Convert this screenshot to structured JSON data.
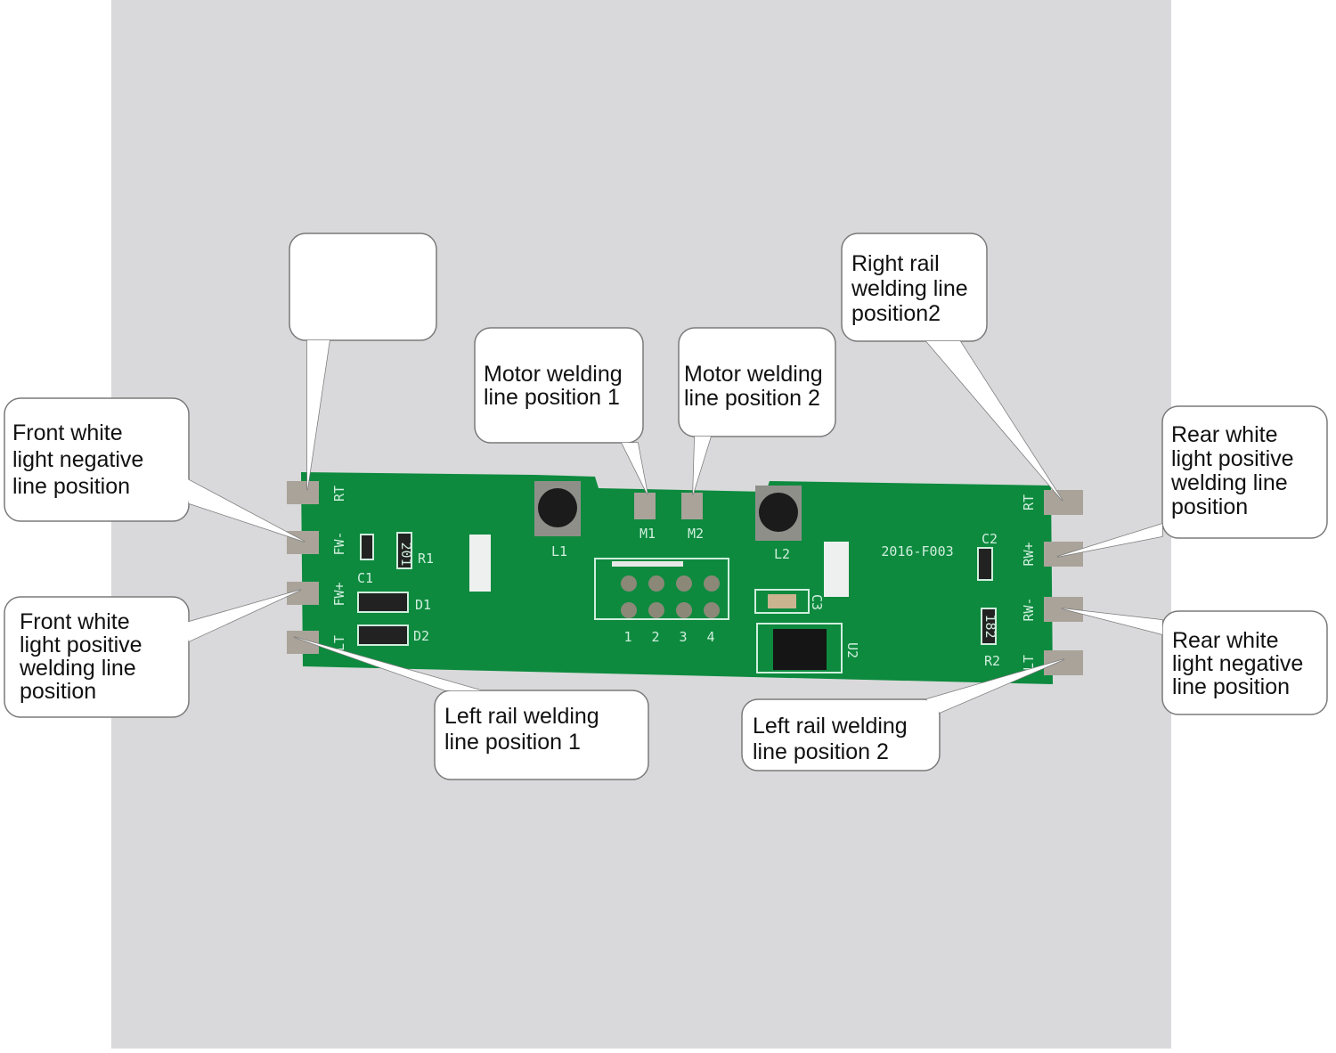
{
  "callouts": [
    {
      "id": "blank",
      "lines": []
    },
    {
      "id": "front-white-negative",
      "lines": [
        "Front white",
        "light negative",
        "line position"
      ]
    },
    {
      "id": "front-white-positive",
      "lines": [
        "Front white",
        "light positive",
        "welding line",
        "position"
      ]
    },
    {
      "id": "motor-1",
      "lines": [
        "Motor welding",
        " line position 1"
      ]
    },
    {
      "id": "motor-2",
      "lines": [
        "Motor welding",
        "line position 2"
      ]
    },
    {
      "id": "right-rail-2",
      "lines": [
        "Right rail",
        "welding line",
        "position2"
      ]
    },
    {
      "id": "rear-white-positive",
      "lines": [
        "Rear white",
        "light positive",
        "welding line",
        "position"
      ]
    },
    {
      "id": "rear-white-negative",
      "lines": [
        "Rear white",
        "light negative",
        "line position"
      ]
    },
    {
      "id": "left-rail-1",
      "lines": [
        "Left rail welding",
        "line position 1"
      ]
    },
    {
      "id": "left-rail-2",
      "lines": [
        "Left rail welding",
        "line position 2"
      ]
    }
  ],
  "board": {
    "model": "2016-F003",
    "left_pads": [
      "RT",
      "FW-",
      "FW+",
      "LT"
    ],
    "right_pads": [
      "RT",
      "RW+",
      "RW-",
      "LT"
    ],
    "components": [
      "L1",
      "L2",
      "M1",
      "M2",
      "C1",
      "R1",
      "D1",
      "D2",
      "C2",
      "C3",
      "R2",
      "U2"
    ],
    "header_numbers": [
      "1",
      "2",
      "3",
      "4"
    ],
    "resistor_codes": [
      "201",
      "182"
    ]
  },
  "colors": {
    "background": "#d9d9db",
    "board": "#0d8a3e",
    "pad": "#a9a39a",
    "callout_border": "#7a7a7a"
  }
}
